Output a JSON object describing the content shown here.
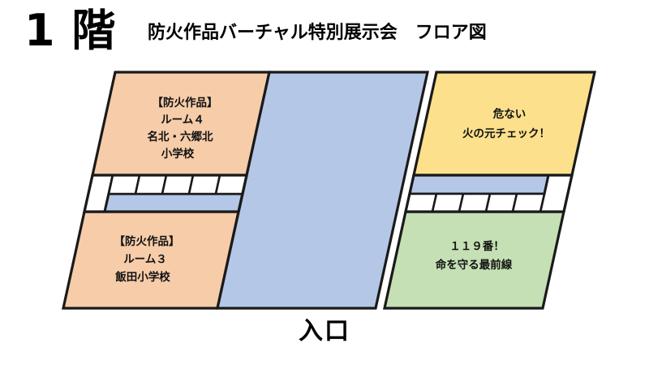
{
  "header": {
    "floor_label": "1 階",
    "title": "防火作品バーチャル特別展示会　フロア図"
  },
  "plan": {
    "entrance_label": "入口",
    "rooms": [
      {
        "id": "room4",
        "name": "room-4-fire-prevention-works",
        "color": "#F6CCA9",
        "lines": [
          "【防火作品】",
          "ルーム４",
          "名北・六郷北",
          "小学校"
        ]
      },
      {
        "id": "room3",
        "name": "room-3-fire-prevention-works",
        "color": "#F6CCA9",
        "lines": [
          "【防火作品】",
          "ルーム３",
          "飯田小学校"
        ]
      },
      {
        "id": "danger",
        "name": "fire-source-check-room",
        "color": "#FCE08C",
        "lines": [
          "危ない",
          "火の元チェック！"
        ]
      },
      {
        "id": "emergency",
        "name": "119-lifeline-room",
        "color": "#C5E0B4",
        "lines": [
          "１１９番！",
          "命を守る最前線"
        ]
      },
      {
        "id": "corridor",
        "name": "central-corridor",
        "color": "#B4C7E7",
        "lines": []
      }
    ],
    "stairs": {
      "left_name": "left-stair-corridor",
      "right_name": "right-stair-corridor",
      "step_count": 5,
      "band_color": "#B4C7E7",
      "step_color": "#FFFFFF"
    },
    "outline_color": "#1A1A1A"
  }
}
